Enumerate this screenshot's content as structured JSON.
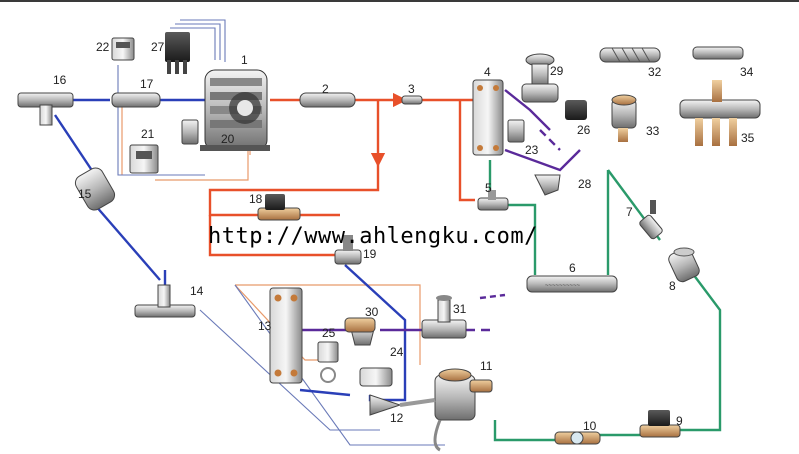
{
  "watermark": "http://www.ahlengku.com/",
  "component_numbers": [
    "1",
    "2",
    "3",
    "4",
    "5",
    "6",
    "7",
    "8",
    "9",
    "10",
    "11",
    "12",
    "13",
    "14",
    "15",
    "16",
    "17",
    "18",
    "19",
    "20",
    "21",
    "22",
    "23",
    "24",
    "25",
    "26",
    "27",
    "28",
    "29",
    "30",
    "31",
    "32",
    "33",
    "34",
    "35"
  ],
  "colors": {
    "discharge_line": "#e8502a",
    "suction_line": "#2a3fb8",
    "liquid_line": "#2a9a6a",
    "water_line": "#5a2a9a",
    "control_wire": "#e89a6a",
    "signal_wire": "#6a7ab8",
    "frame_top": "#3a3a3a"
  }
}
